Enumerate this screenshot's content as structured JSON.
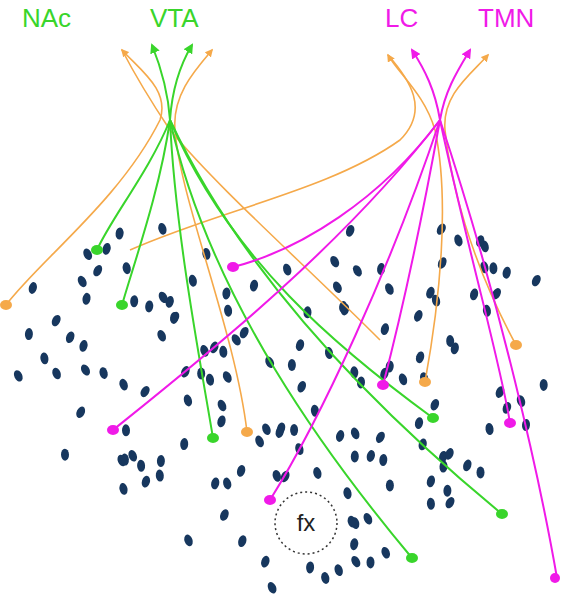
{
  "diagram": {
    "nodes": [
      {
        "text": [
          "fx"
        ]
      }
    ],
    "labels": [
      "NAc",
      "VTA",
      "LC",
      "TMN"
    ]
  }
}
